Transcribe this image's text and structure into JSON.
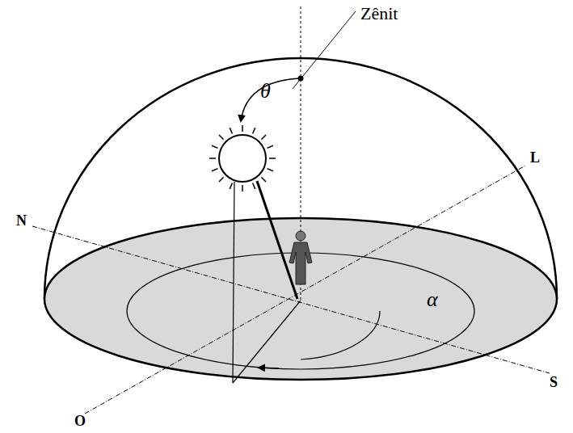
{
  "diagram": {
    "labels": [
      "Zênit",
      "θ",
      "α",
      "N",
      "L",
      "S",
      "O"
    ]
  }
}
